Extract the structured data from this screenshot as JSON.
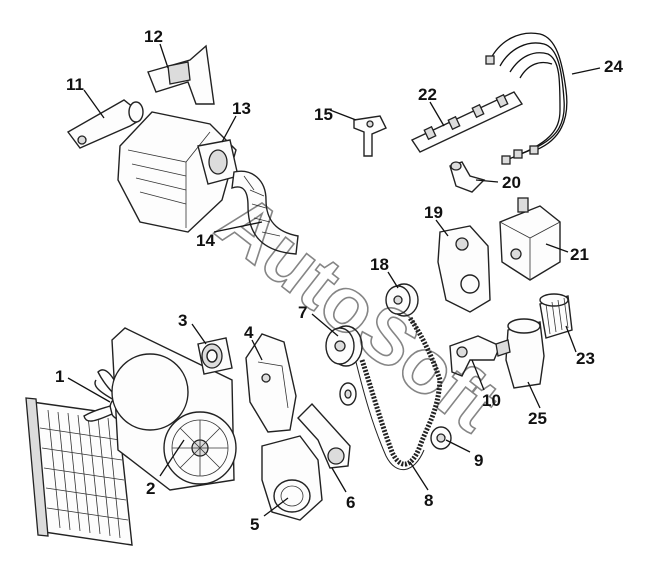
{
  "watermark": "AutoSoft",
  "callouts": [
    {
      "id": "1",
      "label": "1"
    },
    {
      "id": "2",
      "label": "2"
    },
    {
      "id": "3",
      "label": "3"
    },
    {
      "id": "4",
      "label": "4"
    },
    {
      "id": "5",
      "label": "5"
    },
    {
      "id": "6",
      "label": "6"
    },
    {
      "id": "7",
      "label": "7"
    },
    {
      "id": "8",
      "label": "8"
    },
    {
      "id": "9",
      "label": "9"
    },
    {
      "id": "10",
      "label": "10"
    },
    {
      "id": "11",
      "label": "11"
    },
    {
      "id": "12",
      "label": "12"
    },
    {
      "id": "13",
      "label": "13"
    },
    {
      "id": "14",
      "label": "14"
    },
    {
      "id": "15",
      "label": "15"
    },
    {
      "id": "18",
      "label": "18"
    },
    {
      "id": "19",
      "label": "19"
    },
    {
      "id": "20",
      "label": "20"
    },
    {
      "id": "21",
      "label": "21"
    },
    {
      "id": "22",
      "label": "22"
    },
    {
      "id": "23",
      "label": "23"
    },
    {
      "id": "24",
      "label": "24"
    },
    {
      "id": "25",
      "label": "25"
    }
  ]
}
